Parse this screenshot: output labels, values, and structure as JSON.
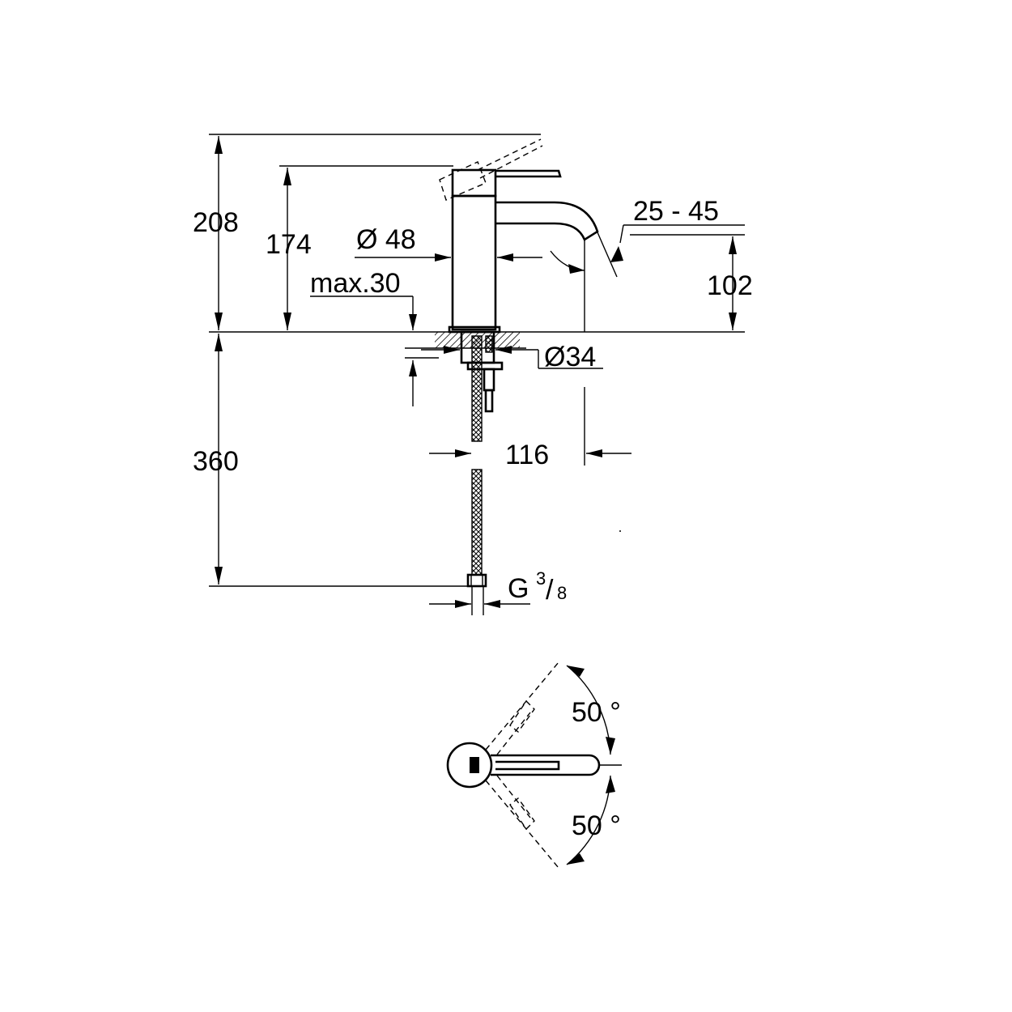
{
  "drawing": {
    "side_view": {
      "dimensions": {
        "total_height": "208",
        "spout_height": "174",
        "body_diameter": "Ø 48",
        "projection_range": "25 - 45",
        "spout_outlet_height": "102",
        "deck_thickness": "max.30",
        "hole_diameter": "Ø34",
        "below_deck_length": "360",
        "spout_reach": "116",
        "connection_thread_prefix": "G",
        "connection_thread_num": "3",
        "connection_thread_sep": "/",
        "connection_thread_den": "8"
      }
    },
    "top_view": {
      "dimensions": {
        "lever_angle_up": "50 °",
        "lever_angle_down": "50 °"
      }
    }
  }
}
